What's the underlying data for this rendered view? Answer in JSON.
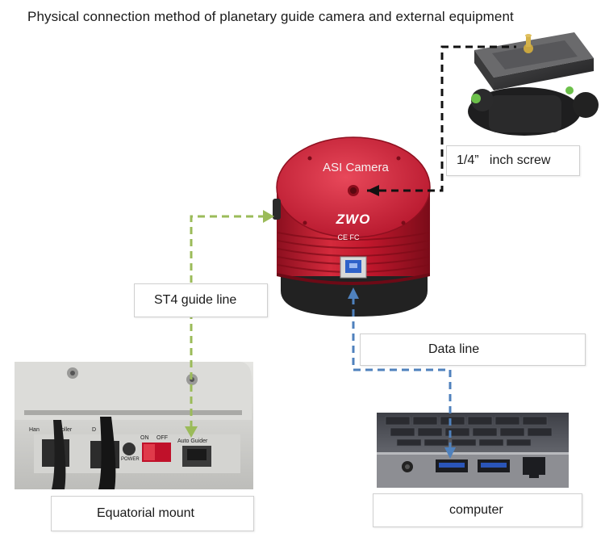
{
  "title": "Physical connection method of planetary guide camera and external equipment",
  "camera": {
    "label": "ASI Camera",
    "logo": "ZWO",
    "marks": "CE FC",
    "body_color": "#c0172c"
  },
  "labels": {
    "screw": "1/4”   inch screw",
    "st4": "ST4 guide line",
    "data": "Data line",
    "mount": "Equatorial mount",
    "computer": "computer"
  },
  "mount_panel": {
    "hand": "Han",
    "controller": "oller",
    "d": "D",
    "on": "ON",
    "off": "OFF",
    "power": "POWER",
    "auto_guider": "Auto Guider"
  },
  "colors": {
    "screw_line": "#111111",
    "st4_line": "#9bbb59",
    "data_line": "#4f81bd"
  }
}
